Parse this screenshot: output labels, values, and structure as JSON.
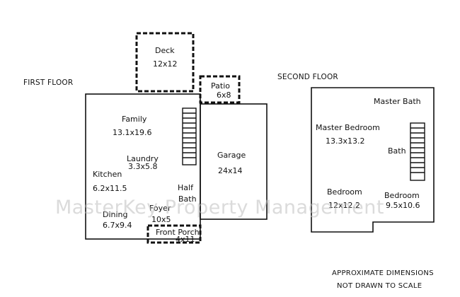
{
  "headings": {
    "first_floor": "FIRST FLOOR",
    "second_floor": "SECOND FLOOR"
  },
  "rooms": {
    "deck": {
      "name": "Deck",
      "dims": "12x12"
    },
    "patio": {
      "name": "Patio",
      "dims": "6x8"
    },
    "family": {
      "name": "Family",
      "dims": "13.1x19.6"
    },
    "laundry": {
      "name": "Laundry",
      "dims": "3.3x5.8"
    },
    "kitchen": {
      "name": "Kitchen",
      "dims": "6.2x11.5"
    },
    "half_bath": {
      "name_line1": "Half",
      "name_line2": "Bath"
    },
    "foyer": {
      "name": "Foyer",
      "dims": "10x5"
    },
    "dining": {
      "name": "Dining",
      "dims": "6.7x9.4"
    },
    "front_porch": {
      "name": "Front Porch",
      "dims": "4x11"
    },
    "garage": {
      "name": "Garage",
      "dims": "24x14"
    },
    "master_bath": {
      "name": "Master Bath"
    },
    "master_bedroom": {
      "name": "Master Bedroom",
      "dims": "13.3x13.2"
    },
    "bath": {
      "name": "Bath"
    },
    "bedroom_1": {
      "name": "Bedroom",
      "dims": "12x12.2"
    },
    "bedroom_2": {
      "name": "Bedroom",
      "dims": "9.5x10.6"
    }
  },
  "watermark": "MasterKey Property Management",
  "notes": {
    "line1": "APPROXIMATE DIMENSIONS",
    "line2": "NOT DRAWN TO SCALE"
  },
  "colors": {
    "wall": "#111111",
    "watermark": "#bebebe"
  }
}
